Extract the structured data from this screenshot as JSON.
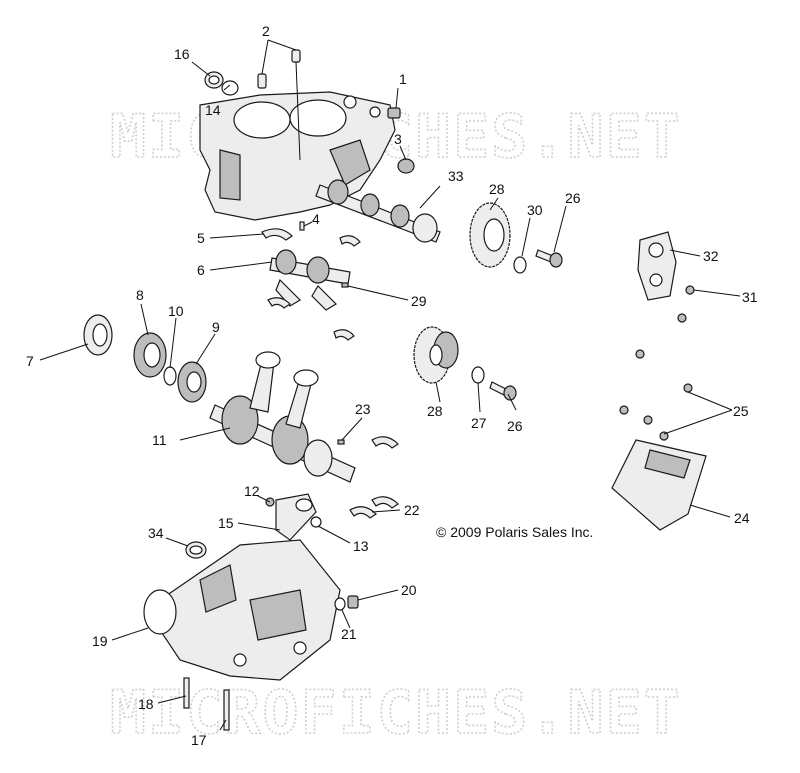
{
  "watermark": {
    "top": "MICROFICHES.NET",
    "bottom": "MICROFICHES.NET"
  },
  "copyright": "© 2009 Polaris Sales Inc.",
  "callouts": [
    "1",
    "2",
    "3",
    "4",
    "5",
    "6",
    "7",
    "8",
    "9",
    "10",
    "11",
    "12",
    "13",
    "14",
    "15",
    "16",
    "17",
    "18",
    "19",
    "20",
    "21",
    "22",
    "23",
    "24",
    "25",
    "26",
    "26",
    "27",
    "28",
    "28",
    "29",
    "30",
    "31",
    "32",
    "33",
    "34"
  ]
}
